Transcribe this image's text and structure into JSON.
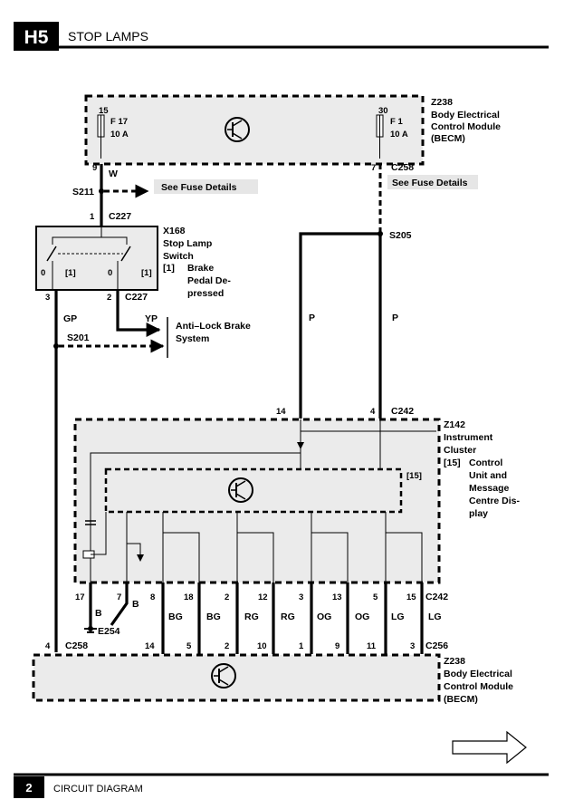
{
  "header": {
    "badge": "H5",
    "title": "STOP LAMPS"
  },
  "footer": {
    "page": "2",
    "text": "CIRCUIT DIAGRAM"
  },
  "becm_top": {
    "id": "Z238",
    "name": [
      "Body Electrical",
      "Control Module",
      "(BECM)"
    ],
    "fuse_left": {
      "circuit": "15",
      "name": "F 17",
      "rating": "10 A"
    },
    "fuse_right": {
      "circuit": "30",
      "name": "F 1",
      "rating": "10 A"
    },
    "pin_left": "9",
    "pin_right": "7",
    "connector_right": "C258"
  },
  "wires": {
    "w": "W",
    "gp": "GP",
    "yp": "YP",
    "p_left": "P",
    "p_right": "P",
    "b1": "B",
    "b2": "B"
  },
  "splices": {
    "s211": "S211",
    "s201": "S201",
    "s205": "S205",
    "fuse_details_left": "See Fuse Details",
    "fuse_details_right": "See Fuse Details"
  },
  "switch": {
    "id": "X168",
    "name": [
      "Stop Lamp",
      "Switch"
    ],
    "note_tag": "[1]",
    "note": [
      "Brake",
      "Pedal De-",
      "pressed"
    ],
    "pin_top": "1",
    "connector_top": "C227",
    "pin_left": "3",
    "pin_right": "2",
    "connector_bottom": "C227",
    "contact_left": "0",
    "contact_left_tag": "[1]",
    "contact_right": "0",
    "contact_right_tag": "[1]"
  },
  "abs": [
    "Anti–Lock Brake",
    "System"
  ],
  "cluster": {
    "id": "Z142",
    "name": [
      "Instrument",
      "Cluster"
    ],
    "note_tag": "[15]",
    "note": [
      "Control",
      "Unit and",
      "Message",
      "Centre Dis-",
      "play"
    ],
    "inner_tag": "[15]",
    "pin_in_left": "14",
    "pin_in_right": "4",
    "connector_in": "C242"
  },
  "bus": {
    "top_pins": [
      "17",
      "7",
      "8",
      "18",
      "2",
      "12",
      "3",
      "13",
      "5",
      "15"
    ],
    "top_connector": "C242",
    "colors": [
      "BG",
      "BG",
      "RG",
      "RG",
      "OG",
      "OG",
      "LG",
      "LG"
    ],
    "ground": "E254",
    "bottom_pins": [
      "14",
      "5",
      "2",
      "10",
      "1",
      "9",
      "11",
      "3"
    ],
    "bottom_connector": "C256",
    "becm_pin": "4",
    "becm_connector": "C258"
  },
  "becm_bottom": {
    "id": "Z238",
    "name": [
      "Body Electrical",
      "Control Module",
      "(BECM)"
    ]
  }
}
